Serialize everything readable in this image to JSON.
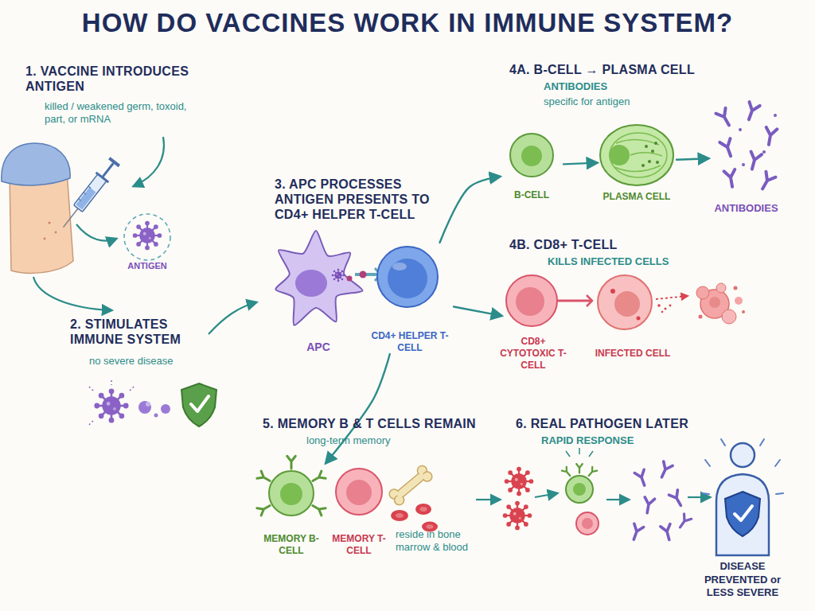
{
  "diagram": {
    "title": "HOW DO VACCINES WORK IN IMMUNE SYSTEM?",
    "nodes": [
      {
        "text": [
          "ANTIGEN"
        ]
      },
      {
        "text": [
          "APC"
        ]
      },
      {
        "text": [
          "CD4+ HELPER T-CELL"
        ]
      },
      {
        "text": [
          "B-CELL"
        ]
      },
      {
        "text": [
          "PLASMA CELL"
        ]
      },
      {
        "text": [
          "ANTIBODIES"
        ]
      },
      {
        "text": [
          "CD8+ CYTOTOXIC T-CELL"
        ]
      },
      {
        "text": [
          "INFECTED CELL"
        ]
      },
      {
        "text": [
          "MEMORY B-CELL"
        ]
      },
      {
        "text": [
          "MEMORY T-CELL"
        ]
      },
      {
        "text": [
          "DISEASE PREVENTED or LESS SEVERE"
        ]
      }
    ],
    "edges": [
      {
        "from": 2,
        "to": 3,
        "arrow": "to"
      },
      {
        "from": 2,
        "to": 6,
        "arrow": "to"
      },
      {
        "from": 2,
        "to": 8,
        "arrow": "to"
      },
      {
        "from": 3,
        "to": 4,
        "arrow": "to"
      },
      {
        "from": 4,
        "to": 5,
        "arrow": "to"
      }
    ],
    "labels": [
      "1. VACCINE INTRODUCES ANTIGEN",
      "killed / weakened germ, toxoid, part, or mRNA",
      "2. STIMULATES IMMUNE SYSTEM",
      "no severe disease",
      "3. APC PROCESSES ANTIGEN PRESENTS TO CD4+ HELPER T-CELL",
      "4A. B-CELL → PLASMA CELL",
      "ANTIBODIES",
      "specific for antigen",
      "4B. CD8+ T-CELL",
      "KILLS INFECTED CELLS",
      "5. MEMORY B & T CELLS REMAIN",
      "long-term memory",
      "reside in bone marrow & blood",
      "6. REAL PATHOGEN LATER",
      "RAPID RESPONSE"
    ]
  }
}
